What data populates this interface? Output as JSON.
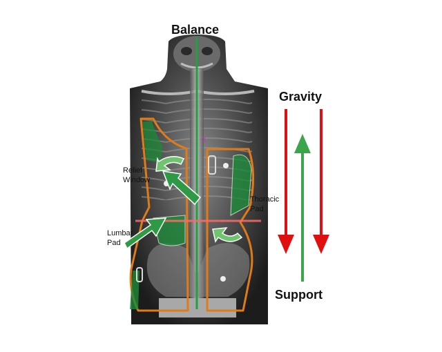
{
  "labels": {
    "balance": "Balance",
    "gravity": "Gravity",
    "support": "Support",
    "relief_window": [
      "Relief",
      "Window"
    ],
    "thoracic_pad": [
      "Thoracic",
      "Pad"
    ],
    "lumbar_pad": [
      "Lumbar",
      "Pad"
    ]
  },
  "icons": {
    "gravity_arrows": "down-arrow-icon",
    "support_arrow": "up-arrow-icon",
    "pad_pressure_arrows": "push-arrow-icon",
    "rotation_arrows": "rotation-arrow-icon"
  },
  "colors": {
    "gravity": "#e01010",
    "support": "#3aa54a",
    "brace_outline": "#e07b17",
    "pad_fill": "#1f8a3a",
    "midline": "#20a040",
    "level_line": "#ff6a6a",
    "xray_dark": "#1a1a1a"
  }
}
